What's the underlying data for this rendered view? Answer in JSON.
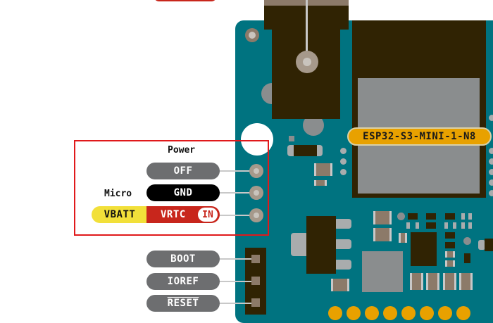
{
  "diagram": {
    "module_label": "ESP32-S3-MINI-1-N8",
    "power_group": {
      "title": "Power",
      "pins": [
        {
          "label": "OFF",
          "color": "#6d6e70"
        },
        {
          "label": "GND",
          "color": "#000000"
        }
      ],
      "micro_label": "Micro",
      "vbatt_label": "VBATT",
      "vrtc_label": "VRTC",
      "in_badge": "IN"
    },
    "header_pins": [
      {
        "label": "BOOT"
      },
      {
        "label": "IOREF"
      },
      {
        "label": "RESET"
      }
    ],
    "colors": {
      "board": "#007380",
      "highlight_box": "#e0191b",
      "module_label_bg": "#e8a100",
      "vbatt_bg": "#f2e03a",
      "vrtc_bg": "#c8261c",
      "gray_pin": "#6d6e70"
    }
  }
}
